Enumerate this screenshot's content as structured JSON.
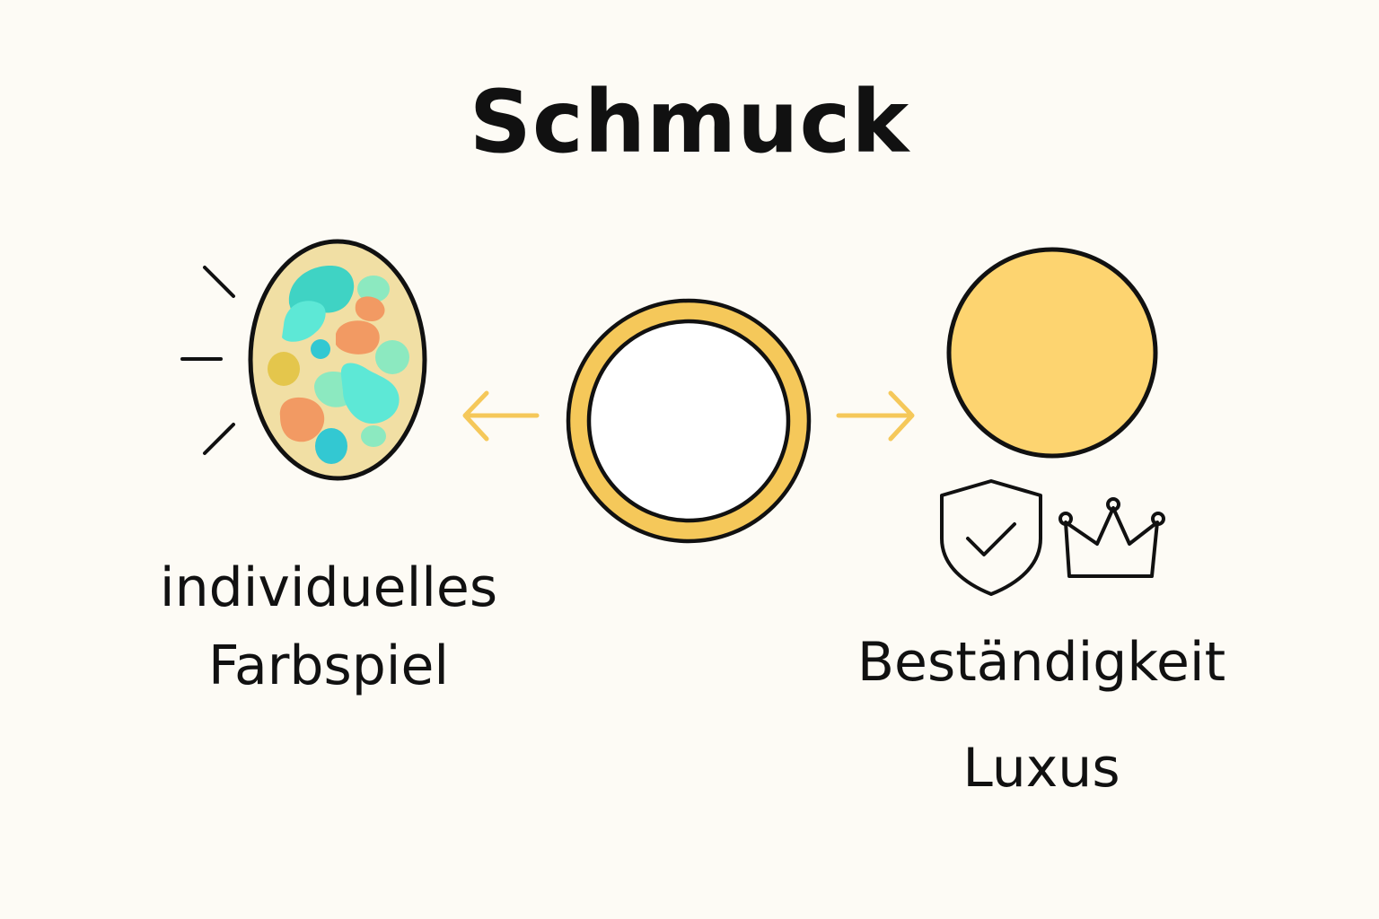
{
  "title": "Schmuck",
  "left": {
    "line1": "individuelles",
    "line2": "Farbspiel",
    "icon": "opal-stone-icon",
    "colors": {
      "stone_fill": "#f1dfa4",
      "turquoise": "#3fd3c4",
      "aqua": "#5de8d6",
      "mint": "#8ce9c0",
      "orange": "#f29a63",
      "yellow": "#e4c64c",
      "teal": "#33c8d2"
    }
  },
  "center": {
    "icon": "gold-ring-icon",
    "color": "#f5c85a"
  },
  "right": {
    "line1": "Beständigkeit",
    "line2": "Luxus",
    "icons": [
      "gold-coin-icon",
      "shield-check-icon",
      "crown-icon"
    ],
    "coin_color": "#fdd470"
  },
  "arrows": {
    "color": "#f5c85a",
    "directions": [
      "left",
      "right"
    ]
  }
}
